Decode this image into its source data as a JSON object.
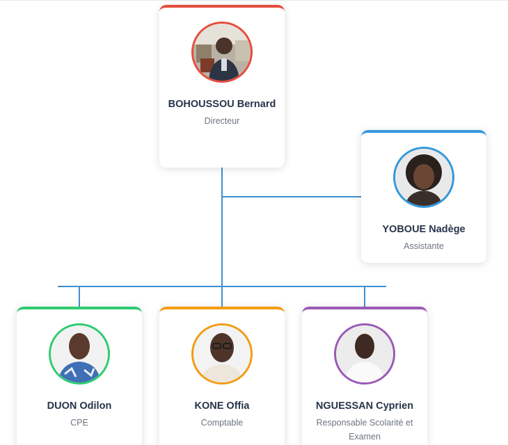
{
  "org_chart": {
    "director": {
      "name": "BOHOUSSOU Bernard",
      "role": "Directeur",
      "accent_color": "#e74c3c",
      "icon": "person-photo-icon"
    },
    "assistant": {
      "name": "YOBOUE Nadège",
      "role": "Assistante",
      "accent_color": "#3498db",
      "icon": "person-photo-icon"
    },
    "staff": [
      {
        "name": "DUON Odilon",
        "role": "CPE",
        "accent_color": "#2ecc71",
        "icon": "person-photo-icon"
      },
      {
        "name": "KONE Offia",
        "role": "Comptable",
        "accent_color": "#f39c12",
        "icon": "person-photo-icon"
      },
      {
        "name": "NGUESSAN Cyprien",
        "role": "Responsable Scolarité et Examen",
        "accent_color": "#9b59b6",
        "icon": "person-photo-icon"
      }
    ],
    "connector_color": "#3d8fd1"
  }
}
